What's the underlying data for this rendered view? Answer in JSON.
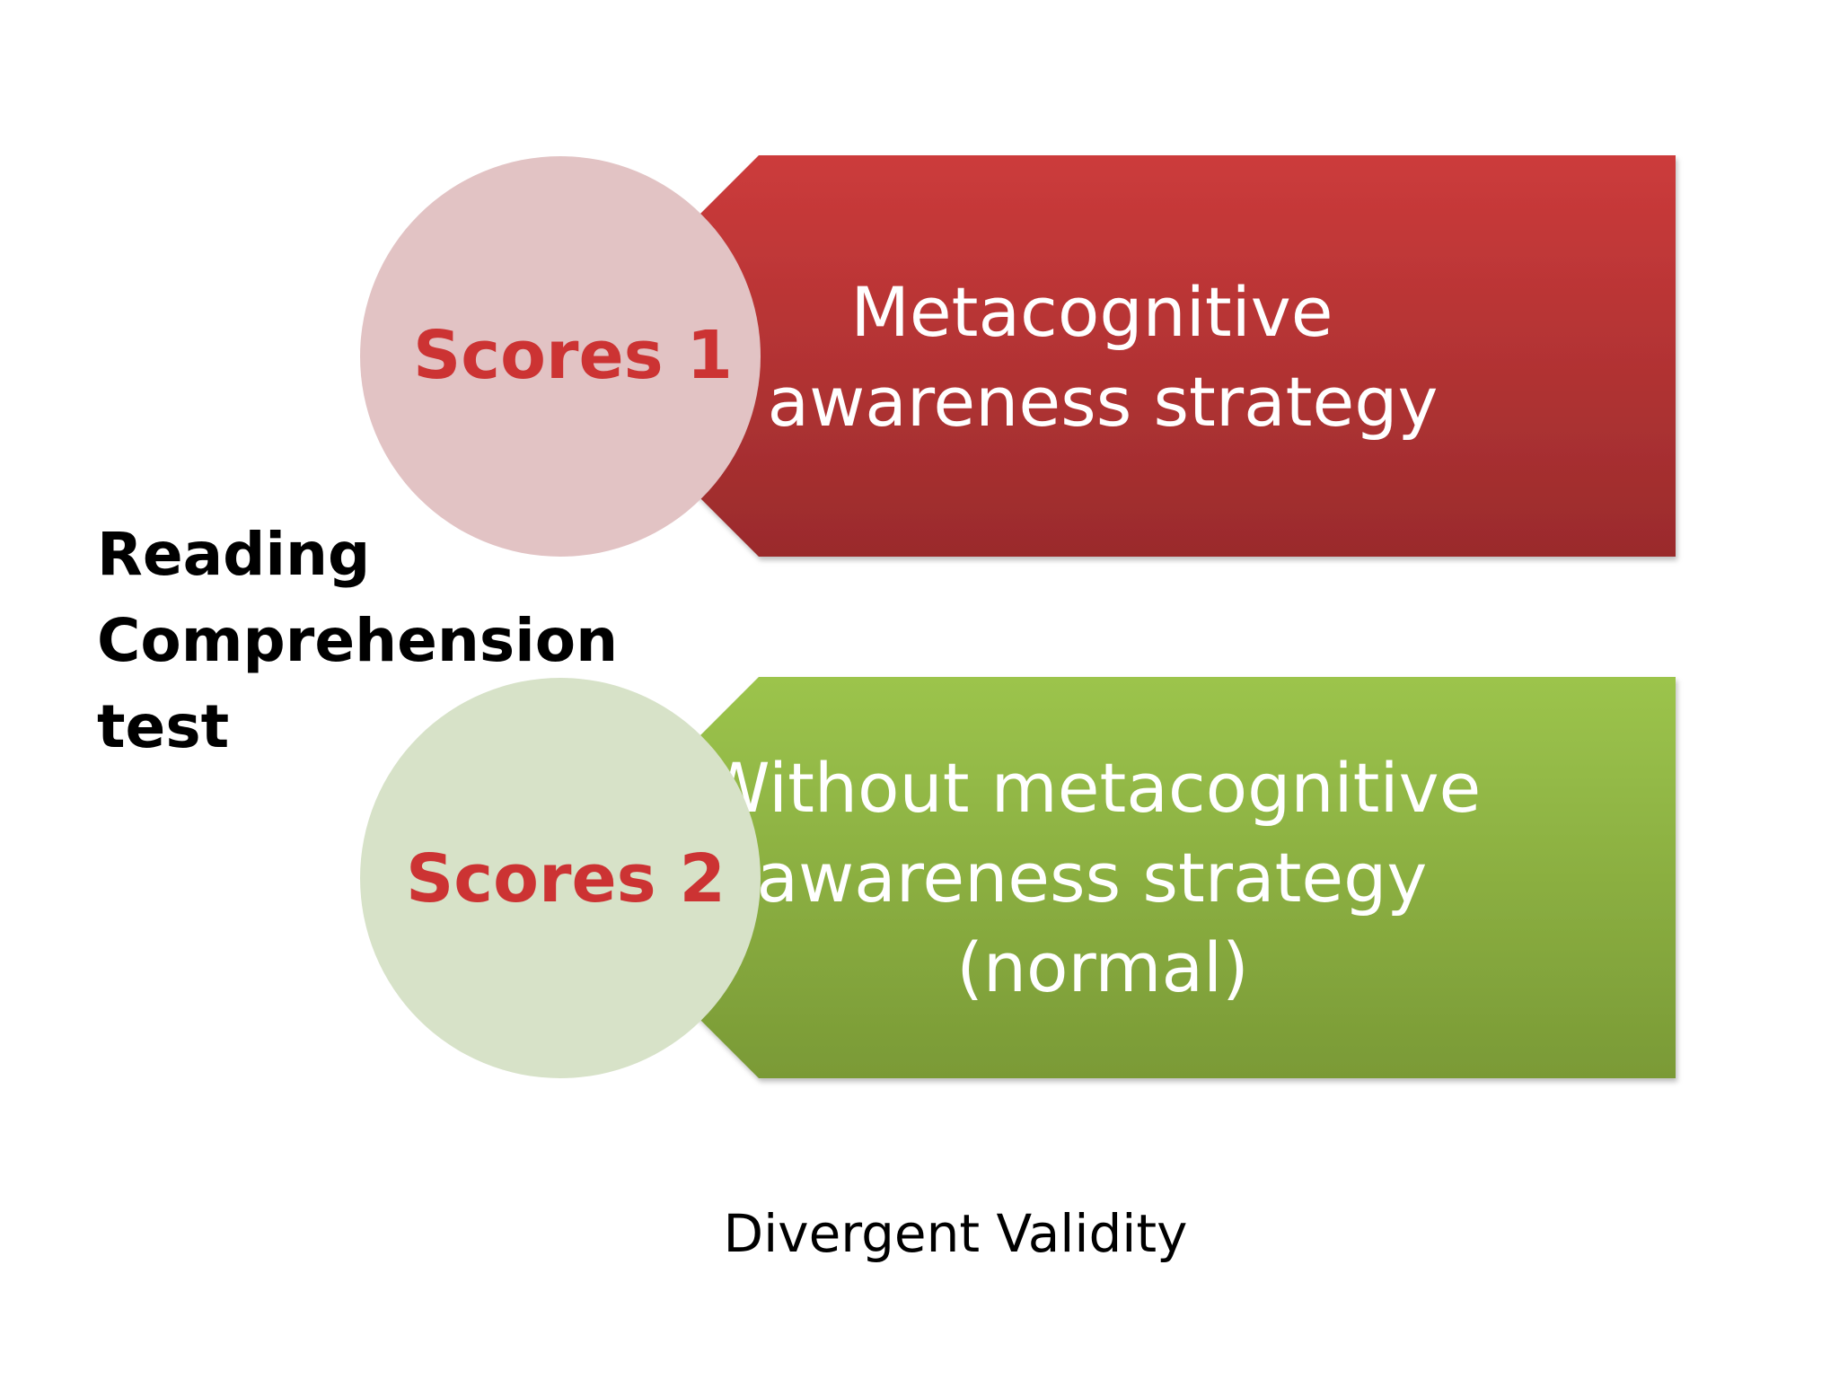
{
  "diagram": {
    "left_label_lines": [
      "Reading",
      "Comprehension",
      "test"
    ],
    "caption": "Divergent Validity",
    "rows": [
      {
        "circle_label": "Scores 1",
        "box_lines": [
          "Metacognitive",
          "awareness strategy"
        ],
        "circle_color": "#e2c3c4",
        "box_color_top": "#cc3b3b",
        "box_color_bottom": "#9a2b2c"
      },
      {
        "circle_label": "Scores 2",
        "box_lines": [
          "Without metacognitive",
          "awareness strategy",
          "(normal)"
        ],
        "circle_color": "#d7e2c8",
        "box_color_top": "#9cc44c",
        "box_color_bottom": "#7a9a36"
      }
    ],
    "circle_text_color": "#cc3333",
    "box_text_color": "#ffffff"
  }
}
